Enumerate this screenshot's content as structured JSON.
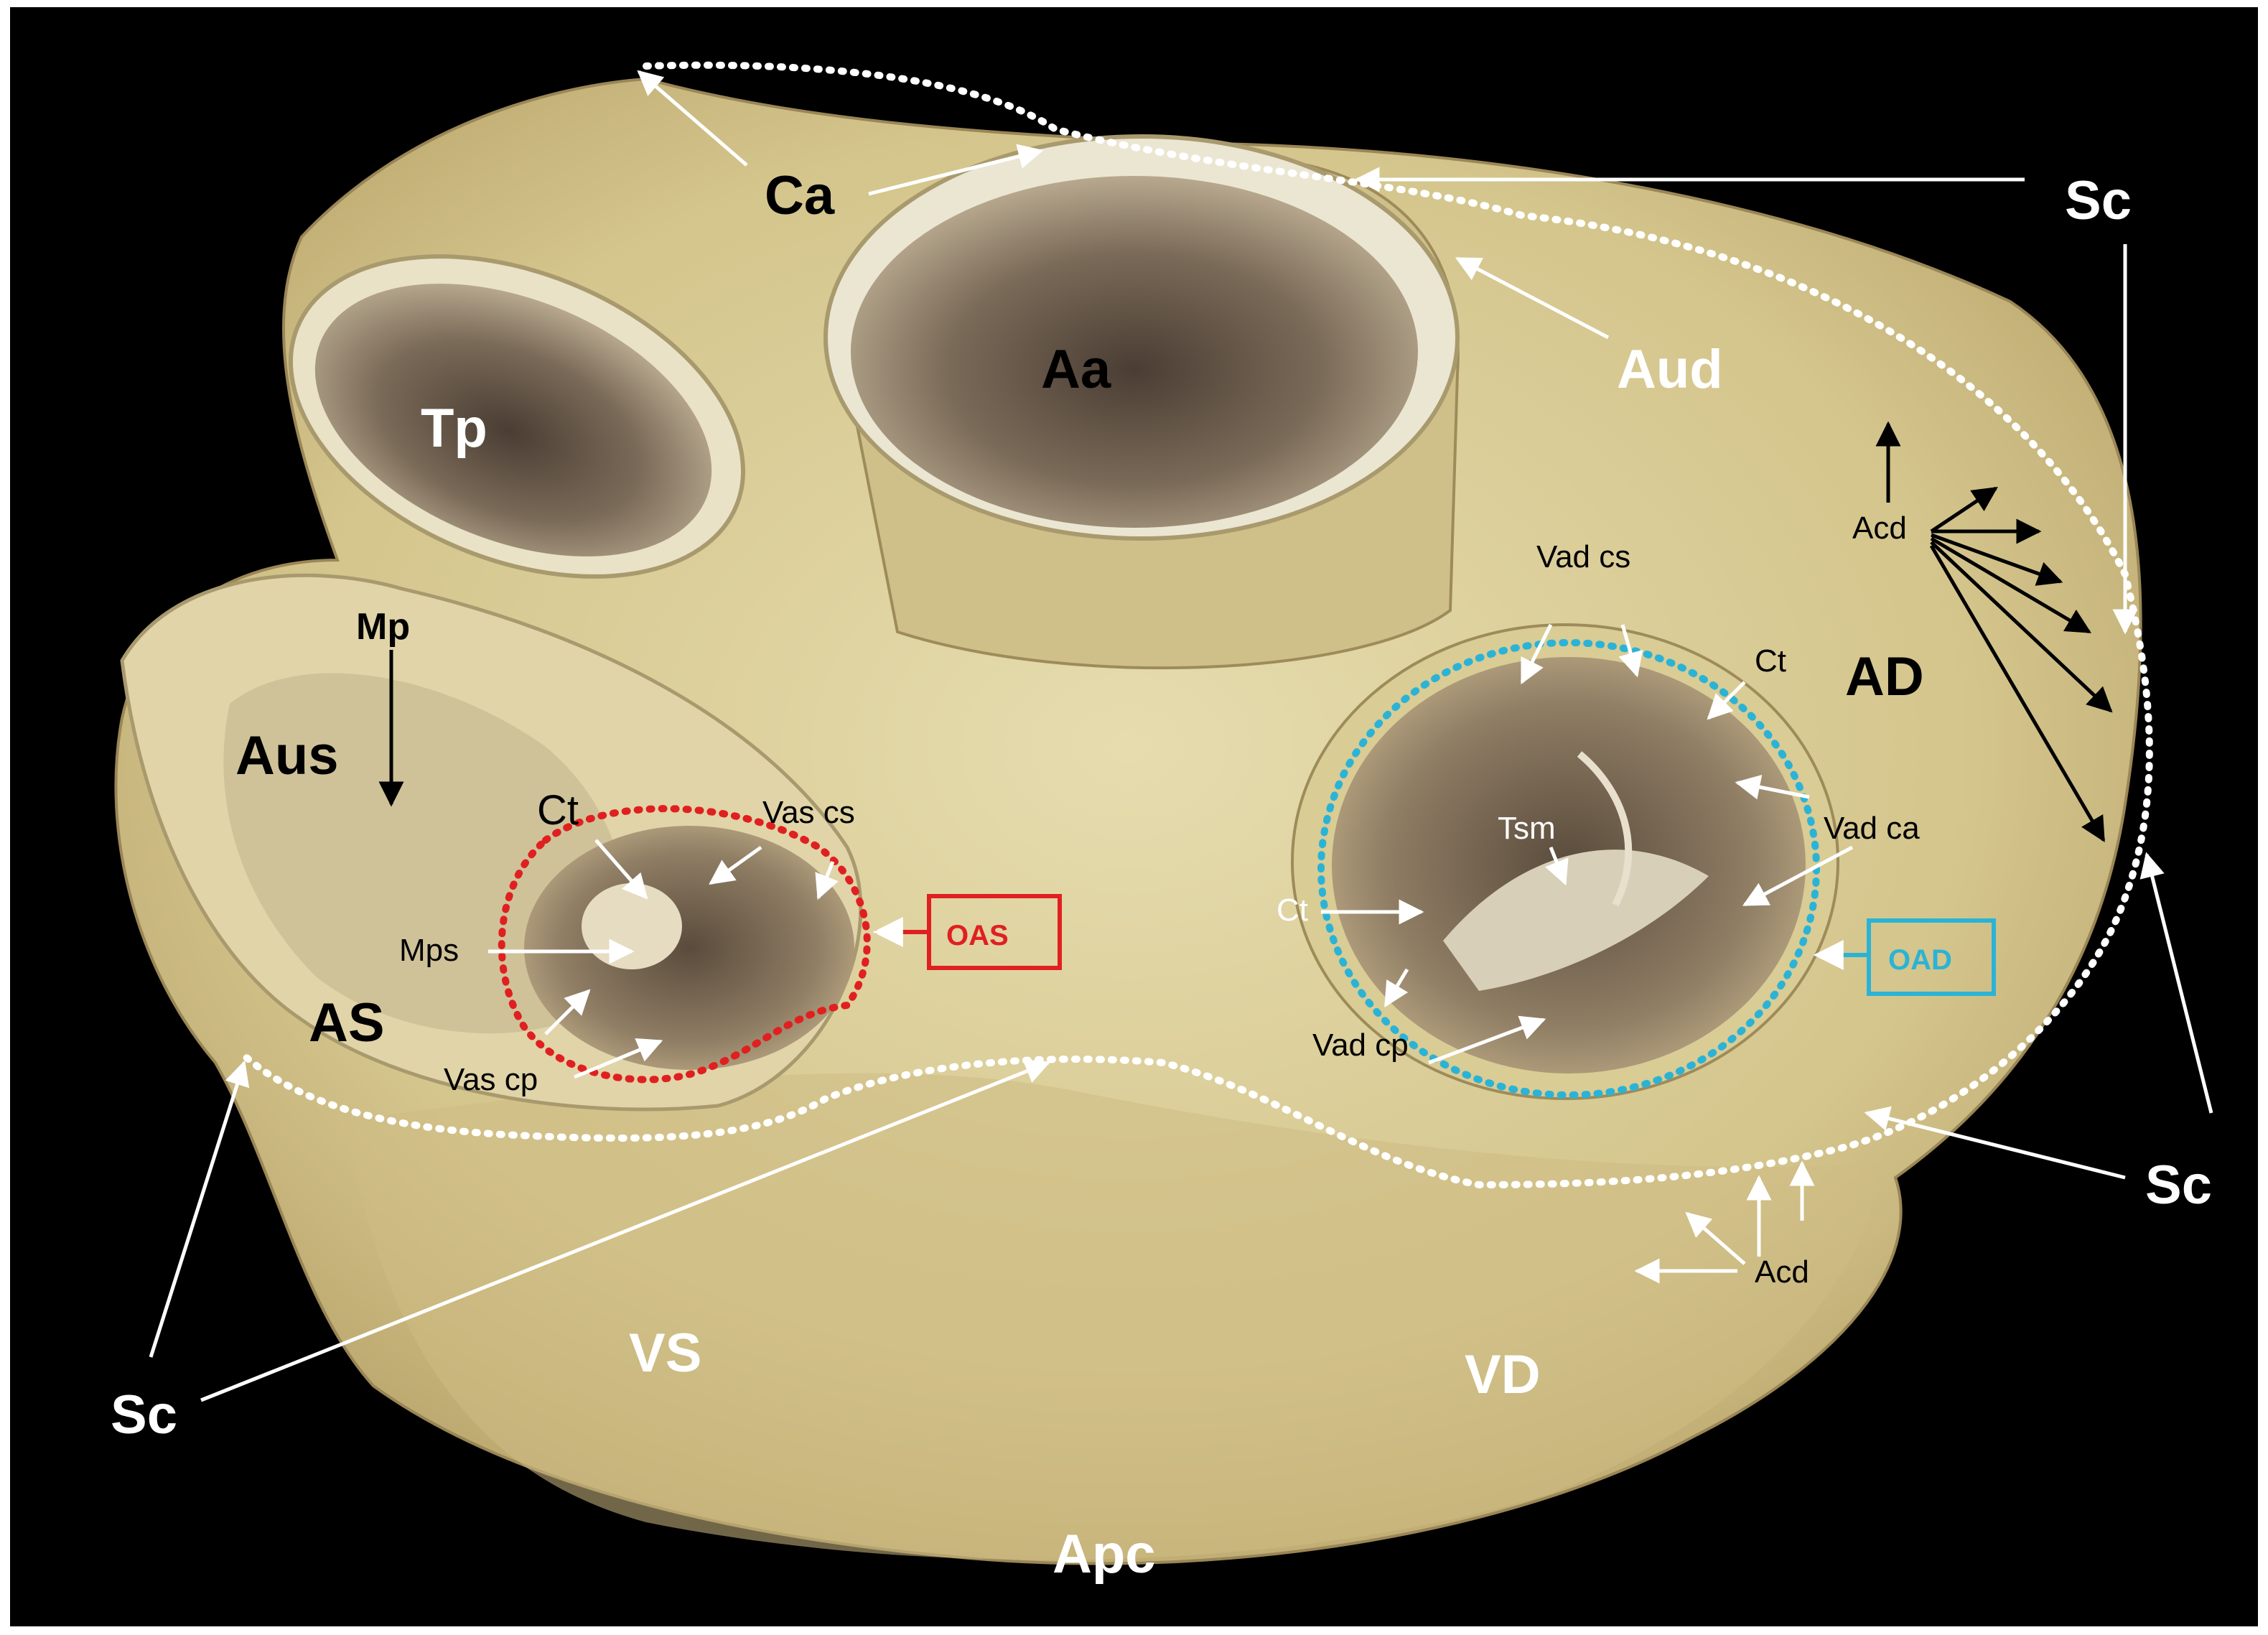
{
  "colors": {
    "background": "#000000",
    "tissue": "#d9cc95",
    "white_label": "#ffffff",
    "black_label": "#000000",
    "outline_red": "#e02020",
    "outline_blue": "#2bb3d6",
    "dotted_white": "#ffffff"
  },
  "labels": {
    "ca": "Ca",
    "sc_top": "Sc",
    "aa": "Aa",
    "tp": "Tp",
    "aud": "Aud",
    "mp": "Mp",
    "aus": "Aus",
    "acd_top": "Acd",
    "vad_cs": "Vad cs",
    "ct_right": "Ct",
    "ad": "AD",
    "ct_left": "Ct",
    "vas_cs": "Vas cs",
    "tsm": "Tsm",
    "vad_ca": "Vad ca",
    "mps": "Mps",
    "oas": "OAS",
    "ct_mid": "Ct",
    "oad": "OAD",
    "as": "AS",
    "vad_cp": "Vad cp",
    "vas_cp": "Vas cp",
    "sc_right": "Sc",
    "acd_bottom": "Acd",
    "sc_left": "Sc",
    "vs": "VS",
    "vd": "VD",
    "apc": "Apc"
  },
  "icons": {
    "arrow": "arrow-icon",
    "dotted_outline": "dotted-outline-icon"
  }
}
